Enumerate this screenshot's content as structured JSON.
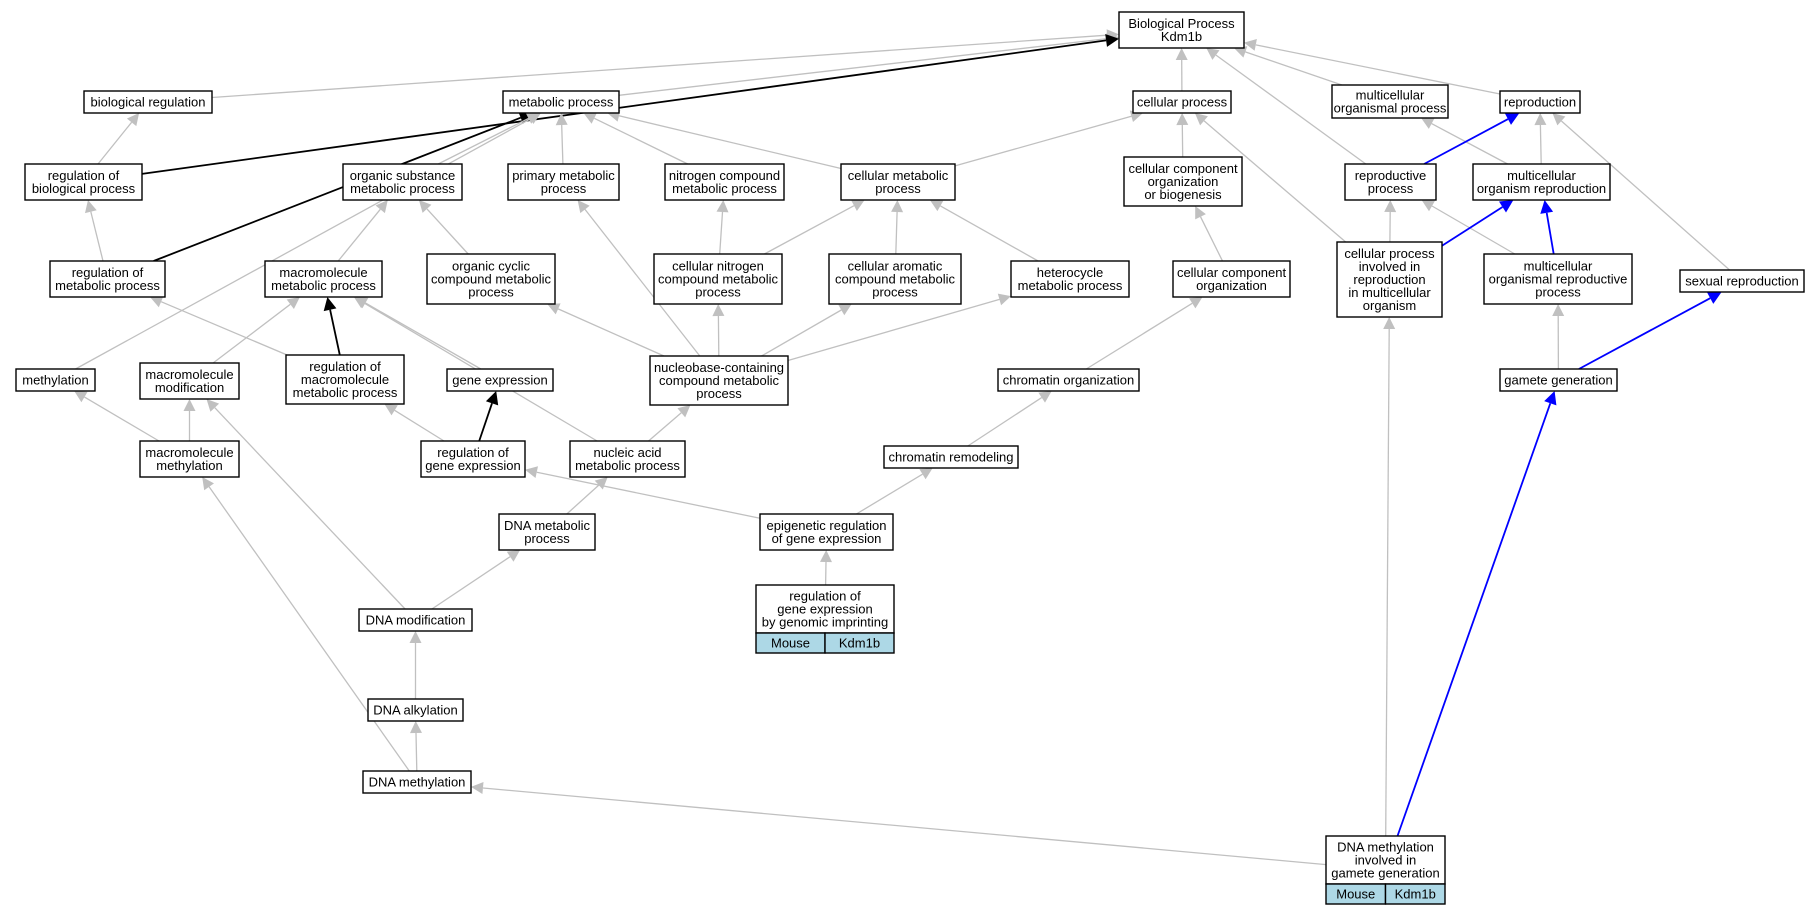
{
  "nodes": [
    {
      "id": "bp",
      "lines": [
        "Biological Process",
        "Kdm1b"
      ]
    },
    {
      "id": "bioreg",
      "lines": [
        "biological regulation"
      ]
    },
    {
      "id": "metab",
      "lines": [
        "metabolic process"
      ]
    },
    {
      "id": "cellproc",
      "lines": [
        "cellular process"
      ]
    },
    {
      "id": "multiorg",
      "lines": [
        "multicellular",
        "organismal process"
      ]
    },
    {
      "id": "repro",
      "lines": [
        "reproduction"
      ]
    },
    {
      "id": "regbio",
      "lines": [
        "regulation of",
        "biological process"
      ]
    },
    {
      "id": "orgsub",
      "lines": [
        "organic substance",
        "metabolic process"
      ]
    },
    {
      "id": "primmet",
      "lines": [
        "primary metabolic",
        "process"
      ]
    },
    {
      "id": "nitro",
      "lines": [
        "nitrogen compound",
        "metabolic process"
      ]
    },
    {
      "id": "cellmet",
      "lines": [
        "cellular metabolic",
        "process"
      ]
    },
    {
      "id": "ccorg",
      "lines": [
        "cellular component",
        "organization",
        "or biogenesis"
      ]
    },
    {
      "id": "reproproc",
      "lines": [
        "reproductive",
        "process"
      ]
    },
    {
      "id": "multirepro",
      "lines": [
        "multicellular",
        "organism reproduction"
      ]
    },
    {
      "id": "regmet",
      "lines": [
        "regulation of",
        "metabolic process"
      ]
    },
    {
      "id": "macromet",
      "lines": [
        "macromolecule",
        "metabolic process"
      ]
    },
    {
      "id": "orgcyc",
      "lines": [
        "organic cyclic",
        "compound metabolic",
        "process"
      ]
    },
    {
      "id": "cellnit",
      "lines": [
        "cellular nitrogen",
        "compound metabolic",
        "process"
      ]
    },
    {
      "id": "cellaro",
      "lines": [
        "cellular aromatic",
        "compound metabolic",
        "process"
      ]
    },
    {
      "id": "hetero",
      "lines": [
        "heterocycle",
        "metabolic process"
      ]
    },
    {
      "id": "cco",
      "lines": [
        "cellular component",
        "organization"
      ]
    },
    {
      "id": "cpinv",
      "lines": [
        "cellular process",
        "involved in",
        "reproduction",
        "in multicellular",
        "organism"
      ]
    },
    {
      "id": "morp",
      "lines": [
        "multicellular",
        "organismal reproductive",
        "process"
      ]
    },
    {
      "id": "sexrep",
      "lines": [
        "sexual reproduction"
      ]
    },
    {
      "id": "methyl",
      "lines": [
        "methylation"
      ]
    },
    {
      "id": "macromod",
      "lines": [
        "macromolecule",
        "modification"
      ]
    },
    {
      "id": "regmacro",
      "lines": [
        "regulation of",
        "macromolecule",
        "metabolic process"
      ]
    },
    {
      "id": "geneexp",
      "lines": [
        "gene expression"
      ]
    },
    {
      "id": "nucbase",
      "lines": [
        "nucleobase-containing",
        "compound metabolic",
        "process"
      ]
    },
    {
      "id": "chromorg",
      "lines": [
        "chromatin organization"
      ]
    },
    {
      "id": "gamete",
      "lines": [
        "gamete generation"
      ]
    },
    {
      "id": "macromethyl",
      "lines": [
        "macromolecule",
        "methylation"
      ]
    },
    {
      "id": "reggene",
      "lines": [
        "regulation of",
        "gene expression"
      ]
    },
    {
      "id": "nucacid",
      "lines": [
        "nucleic acid",
        "metabolic process"
      ]
    },
    {
      "id": "chromrem",
      "lines": [
        "chromatin remodeling"
      ]
    },
    {
      "id": "dnamet",
      "lines": [
        "DNA metabolic",
        "process"
      ]
    },
    {
      "id": "epigen",
      "lines": [
        "epigenetic regulation",
        "of gene expression"
      ]
    },
    {
      "id": "imprint",
      "lines": [
        "regulation of",
        "gene expression",
        "by genomic imprinting"
      ],
      "cells": [
        "Mouse",
        "Kdm1b"
      ]
    },
    {
      "id": "dnamod",
      "lines": [
        "DNA modification"
      ]
    },
    {
      "id": "dnaalk",
      "lines": [
        "DNA alkylation"
      ]
    },
    {
      "id": "dnamethyl",
      "lines": [
        "DNA methylation"
      ]
    },
    {
      "id": "dnamgg",
      "lines": [
        "DNA methylation",
        "involved in",
        "gamete generation"
      ],
      "cells": [
        "Mouse",
        "Kdm1b"
      ]
    }
  ],
  "edges": [
    {
      "from": "bioreg",
      "to": "bp",
      "color": "gray"
    },
    {
      "from": "metab",
      "to": "bp",
      "color": "gray"
    },
    {
      "from": "cellproc",
      "to": "bp",
      "color": "gray"
    },
    {
      "from": "multiorg",
      "to": "bp",
      "color": "gray"
    },
    {
      "from": "repro",
      "to": "bp",
      "color": "gray"
    },
    {
      "from": "reproproc",
      "to": "bp",
      "color": "gray"
    },
    {
      "from": "regbio",
      "to": "bp",
      "color": "black"
    },
    {
      "from": "regbio",
      "to": "bioreg",
      "color": "gray"
    },
    {
      "from": "regmet",
      "to": "regbio",
      "color": "gray"
    },
    {
      "from": "regmet",
      "to": "metab",
      "color": "black"
    },
    {
      "from": "orgsub",
      "to": "metab",
      "color": "gray"
    },
    {
      "from": "primmet",
      "to": "metab",
      "color": "gray"
    },
    {
      "from": "nitro",
      "to": "metab",
      "color": "gray"
    },
    {
      "from": "cellmet",
      "to": "metab",
      "color": "gray"
    },
    {
      "from": "methyl",
      "to": "metab",
      "color": "gray"
    },
    {
      "from": "cellmet",
      "to": "cellproc",
      "color": "gray"
    },
    {
      "from": "ccorg",
      "to": "cellproc",
      "color": "gray"
    },
    {
      "from": "cpinv",
      "to": "cellproc",
      "color": "gray"
    },
    {
      "from": "multirepro",
      "to": "multiorg",
      "color": "gray"
    },
    {
      "from": "reproproc",
      "to": "repro",
      "color": "blue"
    },
    {
      "from": "multirepro",
      "to": "repro",
      "color": "gray"
    },
    {
      "from": "sexrep",
      "to": "repro",
      "color": "gray"
    },
    {
      "from": "cpinv",
      "to": "reproproc",
      "color": "gray"
    },
    {
      "from": "morp",
      "to": "reproproc",
      "color": "gray"
    },
    {
      "from": "cpinv",
      "to": "multirepro",
      "color": "blue"
    },
    {
      "from": "morp",
      "to": "multirepro",
      "color": "blue"
    },
    {
      "from": "macromet",
      "to": "orgsub",
      "color": "gray"
    },
    {
      "from": "orgcyc",
      "to": "orgsub",
      "color": "gray"
    },
    {
      "from": "nucbase",
      "to": "primmet",
      "color": "gray"
    },
    {
      "from": "cellnit",
      "to": "nitro",
      "color": "gray"
    },
    {
      "from": "cellnit",
      "to": "cellmet",
      "color": "gray"
    },
    {
      "from": "cellaro",
      "to": "cellmet",
      "color": "gray"
    },
    {
      "from": "hetero",
      "to": "cellmet",
      "color": "gray"
    },
    {
      "from": "cco",
      "to": "ccorg",
      "color": "gray"
    },
    {
      "from": "regmacro",
      "to": "regmet",
      "color": "gray"
    },
    {
      "from": "regmacro",
      "to": "macromet",
      "color": "black"
    },
    {
      "from": "macromod",
      "to": "macromet",
      "color": "gray"
    },
    {
      "from": "geneexp",
      "to": "macromet",
      "color": "gray"
    },
    {
      "from": "nucacid",
      "to": "macromet",
      "color": "gray"
    },
    {
      "from": "nucbase",
      "to": "orgcyc",
      "color": "gray"
    },
    {
      "from": "nucbase",
      "to": "cellnit",
      "color": "gray"
    },
    {
      "from": "nucbase",
      "to": "cellaro",
      "color": "gray"
    },
    {
      "from": "nucbase",
      "to": "hetero",
      "color": "gray"
    },
    {
      "from": "chromorg",
      "to": "cco",
      "color": "gray"
    },
    {
      "from": "dnamgg",
      "to": "cpinv",
      "color": "gray"
    },
    {
      "from": "gamete",
      "to": "morp",
      "color": "gray"
    },
    {
      "from": "gamete",
      "to": "sexrep",
      "color": "blue"
    },
    {
      "from": "macromethyl",
      "to": "methyl",
      "color": "gray"
    },
    {
      "from": "macromethyl",
      "to": "macromod",
      "color": "gray"
    },
    {
      "from": "reggene",
      "to": "regmacro",
      "color": "gray"
    },
    {
      "from": "reggene",
      "to": "geneexp",
      "color": "black"
    },
    {
      "from": "nucacid",
      "to": "nucbase",
      "color": "gray"
    },
    {
      "from": "chromrem",
      "to": "chromorg",
      "color": "gray"
    },
    {
      "from": "dnamet",
      "to": "nucacid",
      "color": "gray"
    },
    {
      "from": "epigen",
      "to": "reggene",
      "color": "gray"
    },
    {
      "from": "epigen",
      "to": "chromrem",
      "color": "gray"
    },
    {
      "from": "imprint",
      "to": "epigen",
      "color": "gray"
    },
    {
      "from": "dnamod",
      "to": "dnamet",
      "color": "gray"
    },
    {
      "from": "dnamod",
      "to": "macromod",
      "color": "gray"
    },
    {
      "from": "dnaalk",
      "to": "dnamod",
      "color": "gray"
    },
    {
      "from": "dnamethyl",
      "to": "dnaalk",
      "color": "gray"
    },
    {
      "from": "dnamethyl",
      "to": "macromethyl",
      "color": "gray"
    },
    {
      "from": "dnamgg",
      "to": "dnamethyl",
      "color": "gray"
    },
    {
      "from": "dnamgg",
      "to": "gamete",
      "color": "blue"
    }
  ]
}
